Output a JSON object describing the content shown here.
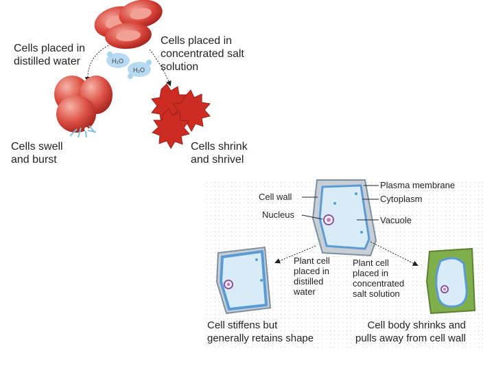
{
  "animal": {
    "distilled": [
      "Cells placed in",
      "distilled water"
    ],
    "salt": [
      "Cells placed in",
      "concentrated salt",
      "solution"
    ],
    "swell": [
      "Cells swell",
      "and burst"
    ],
    "shrink": [
      "Cells shrink",
      "and shrivel"
    ],
    "water_a": "H₂O",
    "water_b": "H₂O"
  },
  "plant": {
    "cell_wall": "Cell wall",
    "nucleus": "Nucleus",
    "plasma_membrane": "Plasma membrane",
    "cytoplasm": "Cytoplasm",
    "vacuole": "Vacuole",
    "distilled": [
      "Plant cell",
      "placed in",
      "distilled",
      "water"
    ],
    "salt": [
      "Plant cell",
      "placed in",
      "concentrated",
      "salt solution"
    ],
    "stiffens": [
      "Cell stiffens but",
      "generally retains shape"
    ],
    "shrinks": [
      "Cell body shrinks and",
      "pulls away from cell wall"
    ]
  },
  "colors": {
    "rbc": "#c8302c",
    "rbc_light": "#ef8f84",
    "water": "#a9d4ee",
    "plant_wall": "#7a8fa0",
    "vacuole": "#d8ecf7",
    "membrane": "#5b9bd5",
    "plasmolysis_bg": "#7fae4a"
  }
}
